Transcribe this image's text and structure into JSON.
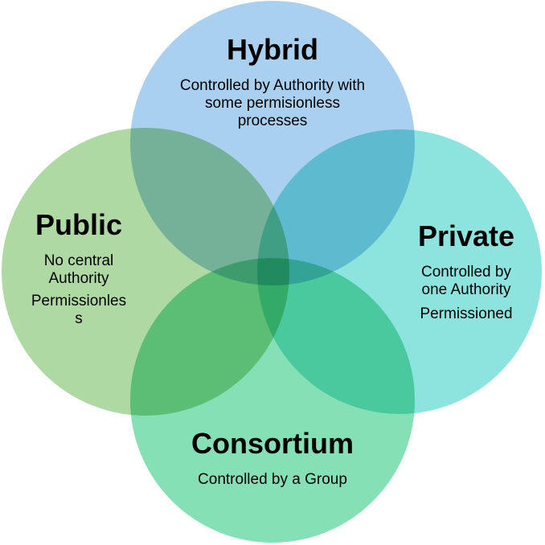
{
  "diagram": {
    "colors": {
      "hybrid": "#a9d0ee",
      "public": "#afd9a3",
      "private": "#8de4de",
      "consortium": "#86e0b6",
      "stroke": "#ffffff"
    },
    "sets": {
      "hybrid": {
        "title": "Hybrid",
        "desc_lines": [
          "Controlled by Authority with",
          "some permisionless",
          "processes"
        ]
      },
      "public": {
        "title": "Public",
        "desc_lines": [
          "No central",
          "Authority"
        ],
        "extra_lines": [
          "Permissionles",
          "s"
        ]
      },
      "private": {
        "title": "Private",
        "desc_lines": [
          "Controlled by",
          "one Authority"
        ],
        "extra_lines": [
          "Permissioned"
        ]
      },
      "consortium": {
        "title": "Consortium",
        "desc_lines": [
          "Controlled by a Group"
        ]
      }
    }
  }
}
